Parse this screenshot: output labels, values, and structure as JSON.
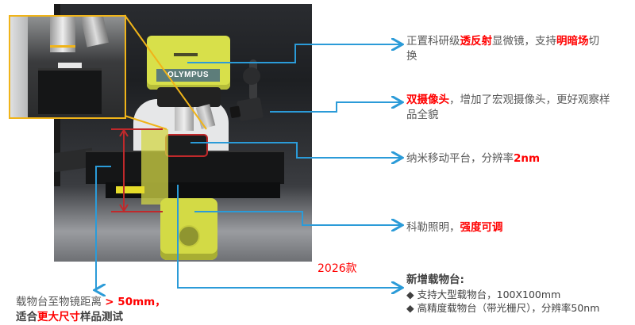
{
  "image": {
    "subject": "upright research microscope with dual cameras and nano positioning stage",
    "brand_label": "OLYMPUS",
    "model_year_label": "2026款"
  },
  "annotations": [
    {
      "id": "microscope",
      "parts": [
        {
          "text": "正置科研级",
          "style": "normal"
        },
        {
          "text": "透反射",
          "style": "highlight"
        },
        {
          "text": "显微镜，支持",
          "style": "normal"
        },
        {
          "text": "明暗场",
          "style": "highlight"
        },
        {
          "text": "切换",
          "style": "normal"
        }
      ]
    },
    {
      "id": "camera",
      "parts": [
        {
          "text": "双摄像头",
          "style": "highlight"
        },
        {
          "text": "，增加了宏观摄像头，更好观察样品全貌",
          "style": "normal"
        }
      ]
    },
    {
      "id": "nano-stage",
      "parts": [
        {
          "text": "纳米移动平台，分辨率",
          "style": "normal"
        },
        {
          "text": "2nm",
          "style": "highlight"
        }
      ]
    },
    {
      "id": "illumination",
      "parts": [
        {
          "text": "科勒照明，",
          "style": "normal"
        },
        {
          "text": "强度可调",
          "style": "highlight"
        }
      ]
    },
    {
      "id": "new-stage",
      "heading": "新增载物台:",
      "bullets": [
        "支持大型载物台，100X100mm",
        "高精度载物台（带光栅尺），分辨率50nm"
      ],
      "bullet_glyph": "◆"
    },
    {
      "id": "working-distance",
      "parts": [
        {
          "text": "载物台至物镜距离 ",
          "style": "normal"
        },
        {
          "text": "> 50mm，",
          "style": "highlight"
        },
        {
          "text": "适合",
          "style": "bold"
        },
        {
          "text": "更大尺寸",
          "style": "highlight"
        },
        {
          "text": "样品测试",
          "style": "bold"
        }
      ]
    }
  ],
  "colors": {
    "callout_line": "#2b9bd8",
    "highlight_text": "#ff0000",
    "inset_border": "#f0b419",
    "measure_bar": "#c0292b",
    "yellow_overlay": "#d3da45",
    "body_text": "#595959"
  }
}
